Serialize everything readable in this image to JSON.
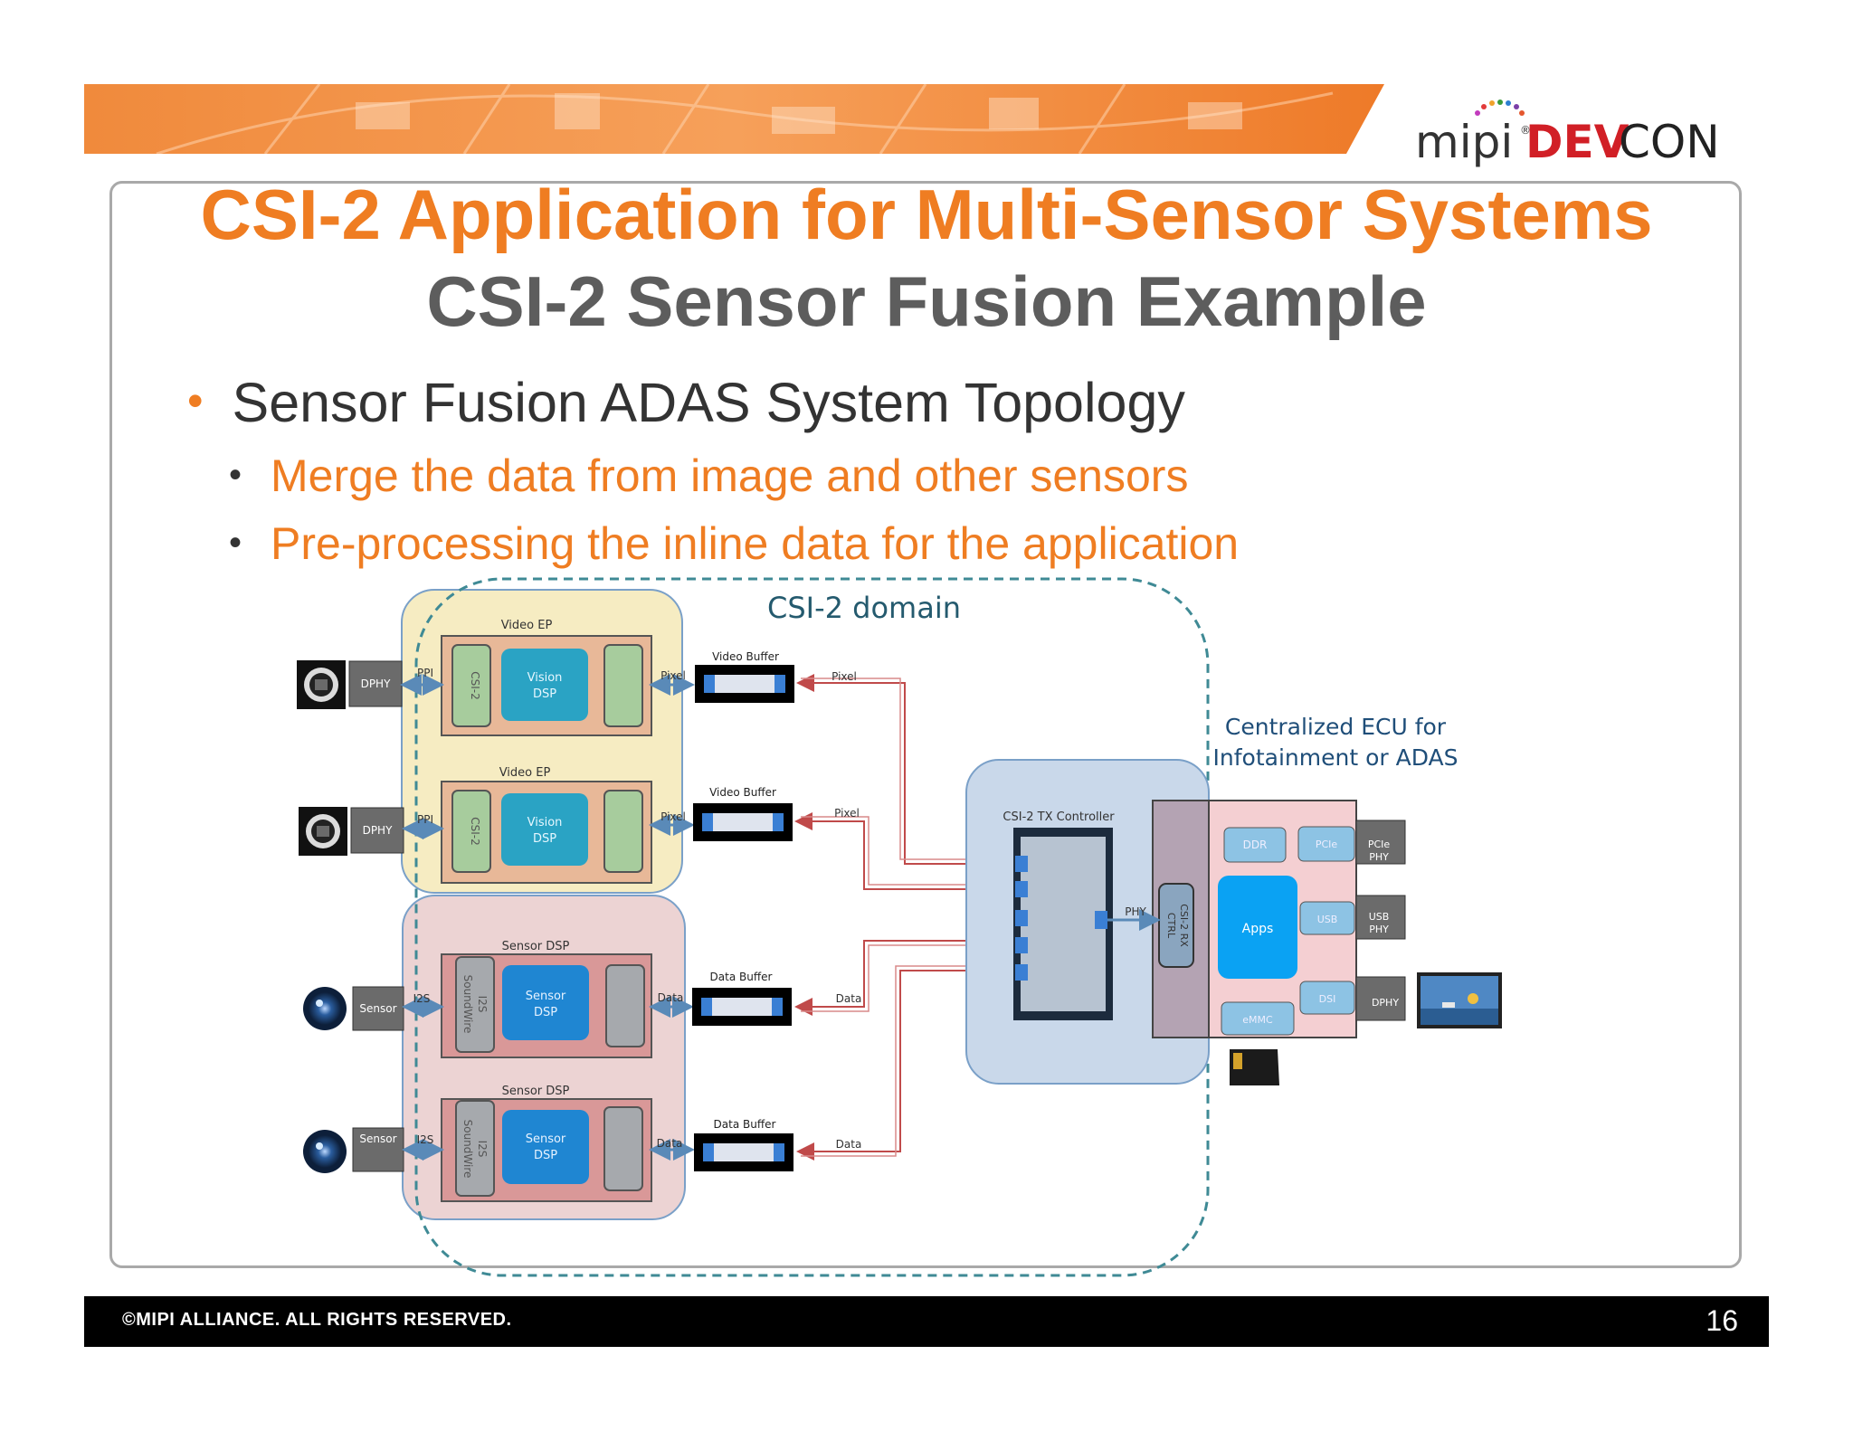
{
  "logo": {
    "mipi": "mipi",
    "registered": "®",
    "dev": "DEV",
    "con": "CON"
  },
  "title": "CSI-2 Application for Multi-Sensor Systems",
  "subtitle": "CSI-2 Sensor Fusion Example",
  "bullets": {
    "main": "Sensor Fusion ADAS System Topology",
    "sub": [
      "Merge the data from image and other sensors",
      "Pre-processing the inline data for the application"
    ]
  },
  "diagram": {
    "domain_label": "CSI-2 domain",
    "ecu_label_line1": "Centralized ECU for",
    "ecu_label_line2": "Infotainment or ADAS",
    "video_ep": "Video EP",
    "sensor_dsp_group": "Sensor DSP",
    "dphy": "DPHY",
    "sensor": "Sensor",
    "ppi": "PPI",
    "i2s": "I2S",
    "csi2": "CSI-2",
    "i2s_soundwire_1": "I2S",
    "i2s_soundwire_2": "SoundWire",
    "vision_dsp_1": "Vision",
    "vision_dsp_2": "DSP",
    "sensor_dsp_1": "Sensor",
    "sensor_dsp_2": "DSP",
    "pixel": "Pixel",
    "data": "Data",
    "video_buffer": "Video Buffer",
    "data_buffer": "Data Buffer",
    "csi2_tx_controller": "CSI-2 TX Controller",
    "phy": "PHY",
    "csi2_rx_ctrl_1": "CSI-2 RX",
    "csi2_rx_ctrl_2": "CTRL",
    "ddr": "DDR",
    "pcie": "PCIe",
    "pcie_phy_1": "PCIe",
    "pcie_phy_2": "PHY",
    "usb": "USB",
    "usb_phy_1": "USB",
    "usb_phy_2": "PHY",
    "apps": "Apps",
    "dsi": "DSI",
    "ecu_dphy": "DPHY",
    "emmc": "eMMC"
  },
  "footer": {
    "copyright": "©MIPI ALLIANCE. ALL RIGHTS RESERVED.",
    "page": "16"
  },
  "colors": {
    "orange": "#ef7d22",
    "gray_title": "#5d5d5d",
    "domain_dash": "#3f8a95",
    "video_ep_fill": "#f6ecc2",
    "sensor_group_fill": "#ecd3d3",
    "tx_fill": "#c9d8ea",
    "ecu_fill": "#f4cfd2",
    "arrow_red": "#c04a4a",
    "vision_dsp": "#2aa3c4",
    "sensor_dsp": "#1f86d2",
    "apps": "#0aa2f3"
  }
}
